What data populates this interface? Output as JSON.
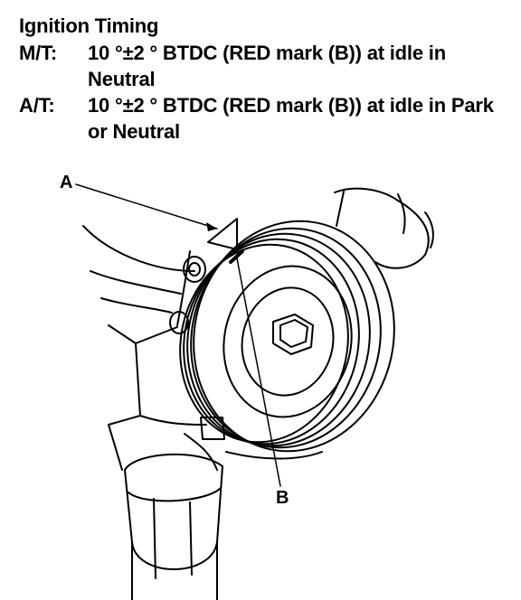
{
  "document": {
    "title": "Ignition Timing",
    "specs": [
      {
        "label": "M/T:",
        "text": "10 °±2 ° BTDC (RED mark (B)) at idle in Neutral"
      },
      {
        "label": "A/T:",
        "text": "10 °±2 ° BTDC (RED mark (B)) at idle in Park or Neutral"
      }
    ]
  },
  "illustration": {
    "callout_a": "A",
    "callout_b": "B"
  }
}
